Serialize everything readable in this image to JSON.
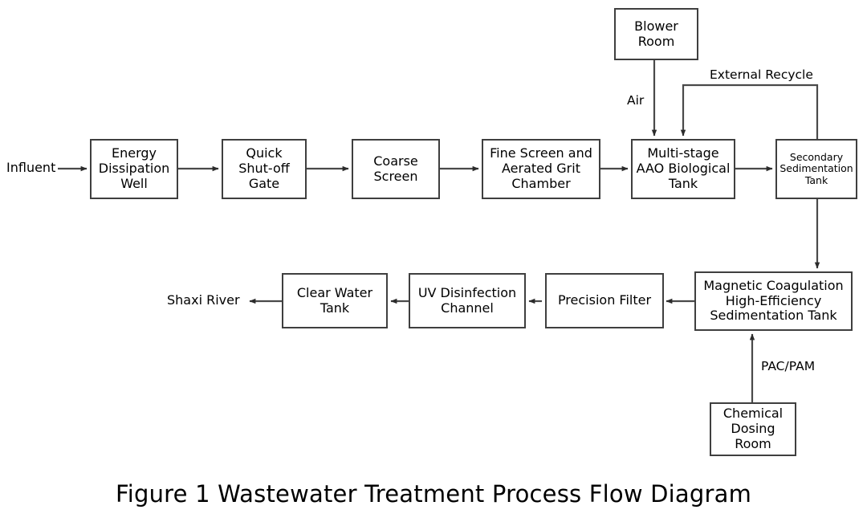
{
  "figure": {
    "caption": "Figure 1 Wastewater Treatment Process Flow Diagram",
    "stroke_color": "#3f3f3f",
    "line_color": "#4a4a4a",
    "text_color": "#000000",
    "background_color": "#ffffff"
  },
  "nodes": {
    "energy_dissipation_well": "Energy\nDissipation\nWell",
    "quick_shutoff_gate": "Quick\nShut-off\nGate",
    "coarse_screen": "Coarse\nScreen",
    "fine_screen_grit": "Fine Screen and\nAerated Grit\nChamber",
    "aao_tank": "Multi-stage\nAAO Biological\nTank",
    "secondary_sedimentation": "Secondary\nSedimentation\nTank",
    "blower_room": "Blower\nRoom",
    "magnetic_coagulation": "Magnetic Coagulation\nHigh-Efficiency\nSedimentation Tank",
    "precision_filter": "Precision Filter",
    "uv_disinfection": "UV Disinfection\nChannel",
    "clear_water_tank": "Clear Water\nTank",
    "chemical_dosing_room": "Chemical\nDosing\nRoom"
  },
  "labels": {
    "influent": "Influent",
    "effluent": "Shaxi River",
    "air": "Air",
    "external_recycle": "External Recycle",
    "pac_pam": "PAC/PAM"
  },
  "flow_sequence": [
    "Influent",
    "Energy Dissipation Well",
    "Quick Shut-off Gate",
    "Coarse Screen",
    "Fine Screen and Aerated Grit Chamber",
    "Multi-stage AAO Biological Tank",
    "Secondary Sedimentation Tank",
    "Magnetic Coagulation High-Efficiency Sedimentation Tank",
    "Precision Filter",
    "UV Disinfection Channel",
    "Clear Water Tank",
    "Shaxi River"
  ],
  "auxiliary_flows": [
    {
      "from": "Blower Room",
      "to": "Multi-stage AAO Biological Tank",
      "label": "Air"
    },
    {
      "from": "Secondary Sedimentation Tank",
      "to": "Multi-stage AAO Biological Tank",
      "label": "External Recycle"
    },
    {
      "from": "Chemical Dosing Room",
      "to": "Magnetic Coagulation High-Efficiency Sedimentation Tank",
      "label": "PAC/PAM"
    }
  ]
}
